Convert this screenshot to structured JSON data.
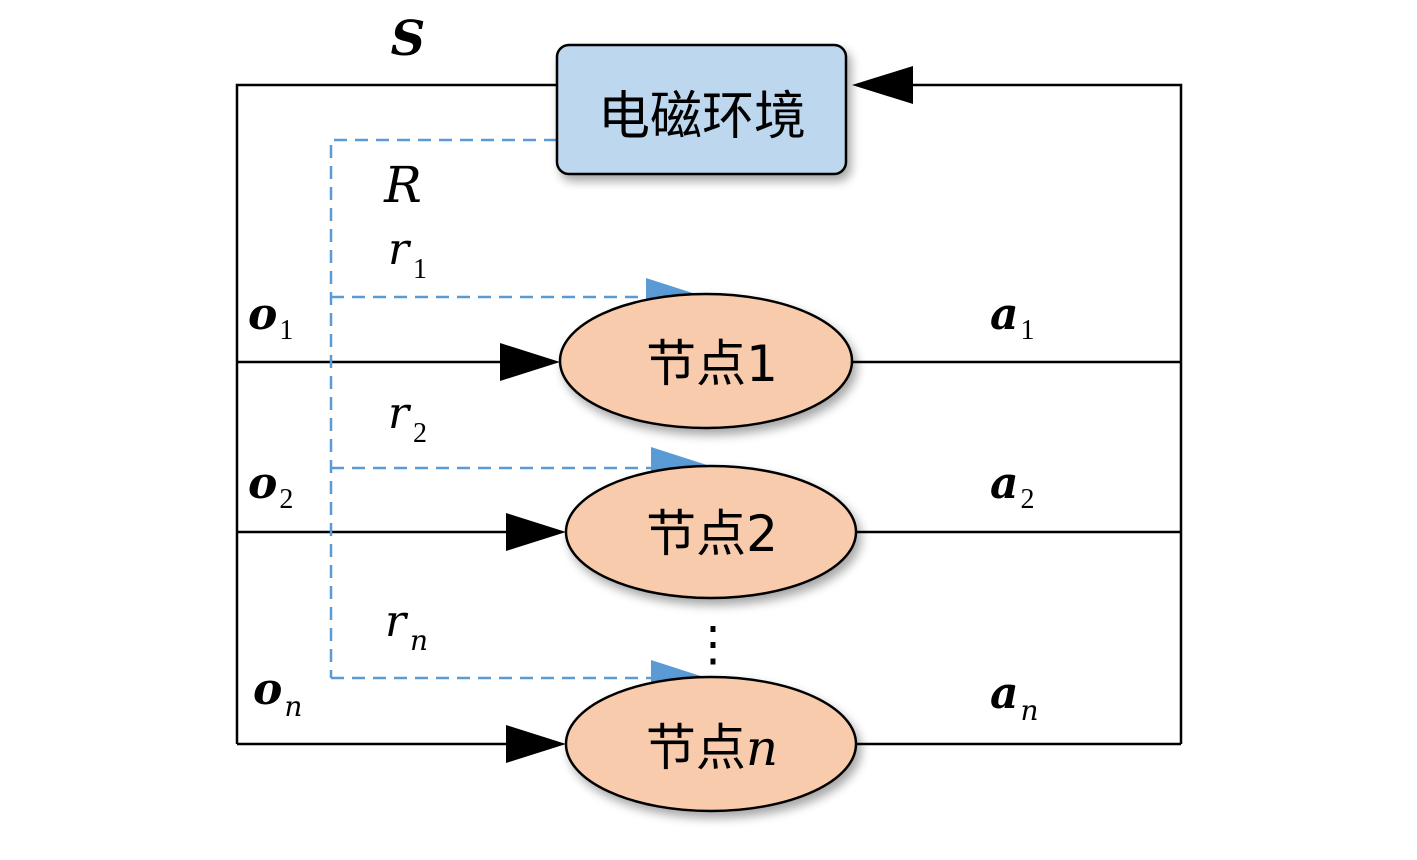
{
  "colors": {
    "line": "#000000",
    "dashed": "#5b9bd5",
    "env_fill": "#bdd7ee",
    "node_fill": "#f8cbad",
    "arrow_blue": "#5b9bd5"
  },
  "environment": {
    "label": "电磁环境"
  },
  "labels": {
    "state": "S",
    "reward_total": "R",
    "ellipsis": "⋮"
  },
  "nodes": [
    {
      "label": "节点1",
      "obs_base": "o",
      "obs_sub": "1",
      "act_base": "a",
      "act_sub": "1",
      "rew_base": "r",
      "rew_sub": "1"
    },
    {
      "label": "节点2",
      "obs_base": "o",
      "obs_sub": "2",
      "act_base": "a",
      "act_sub": "2",
      "rew_base": "r",
      "rew_sub": "2"
    },
    {
      "label_prefix": "节点",
      "label_var": "n",
      "obs_base": "o",
      "obs_sub": "n",
      "act_base": "a",
      "act_sub": "n",
      "rew_base": "r",
      "rew_sub": "n"
    }
  ]
}
